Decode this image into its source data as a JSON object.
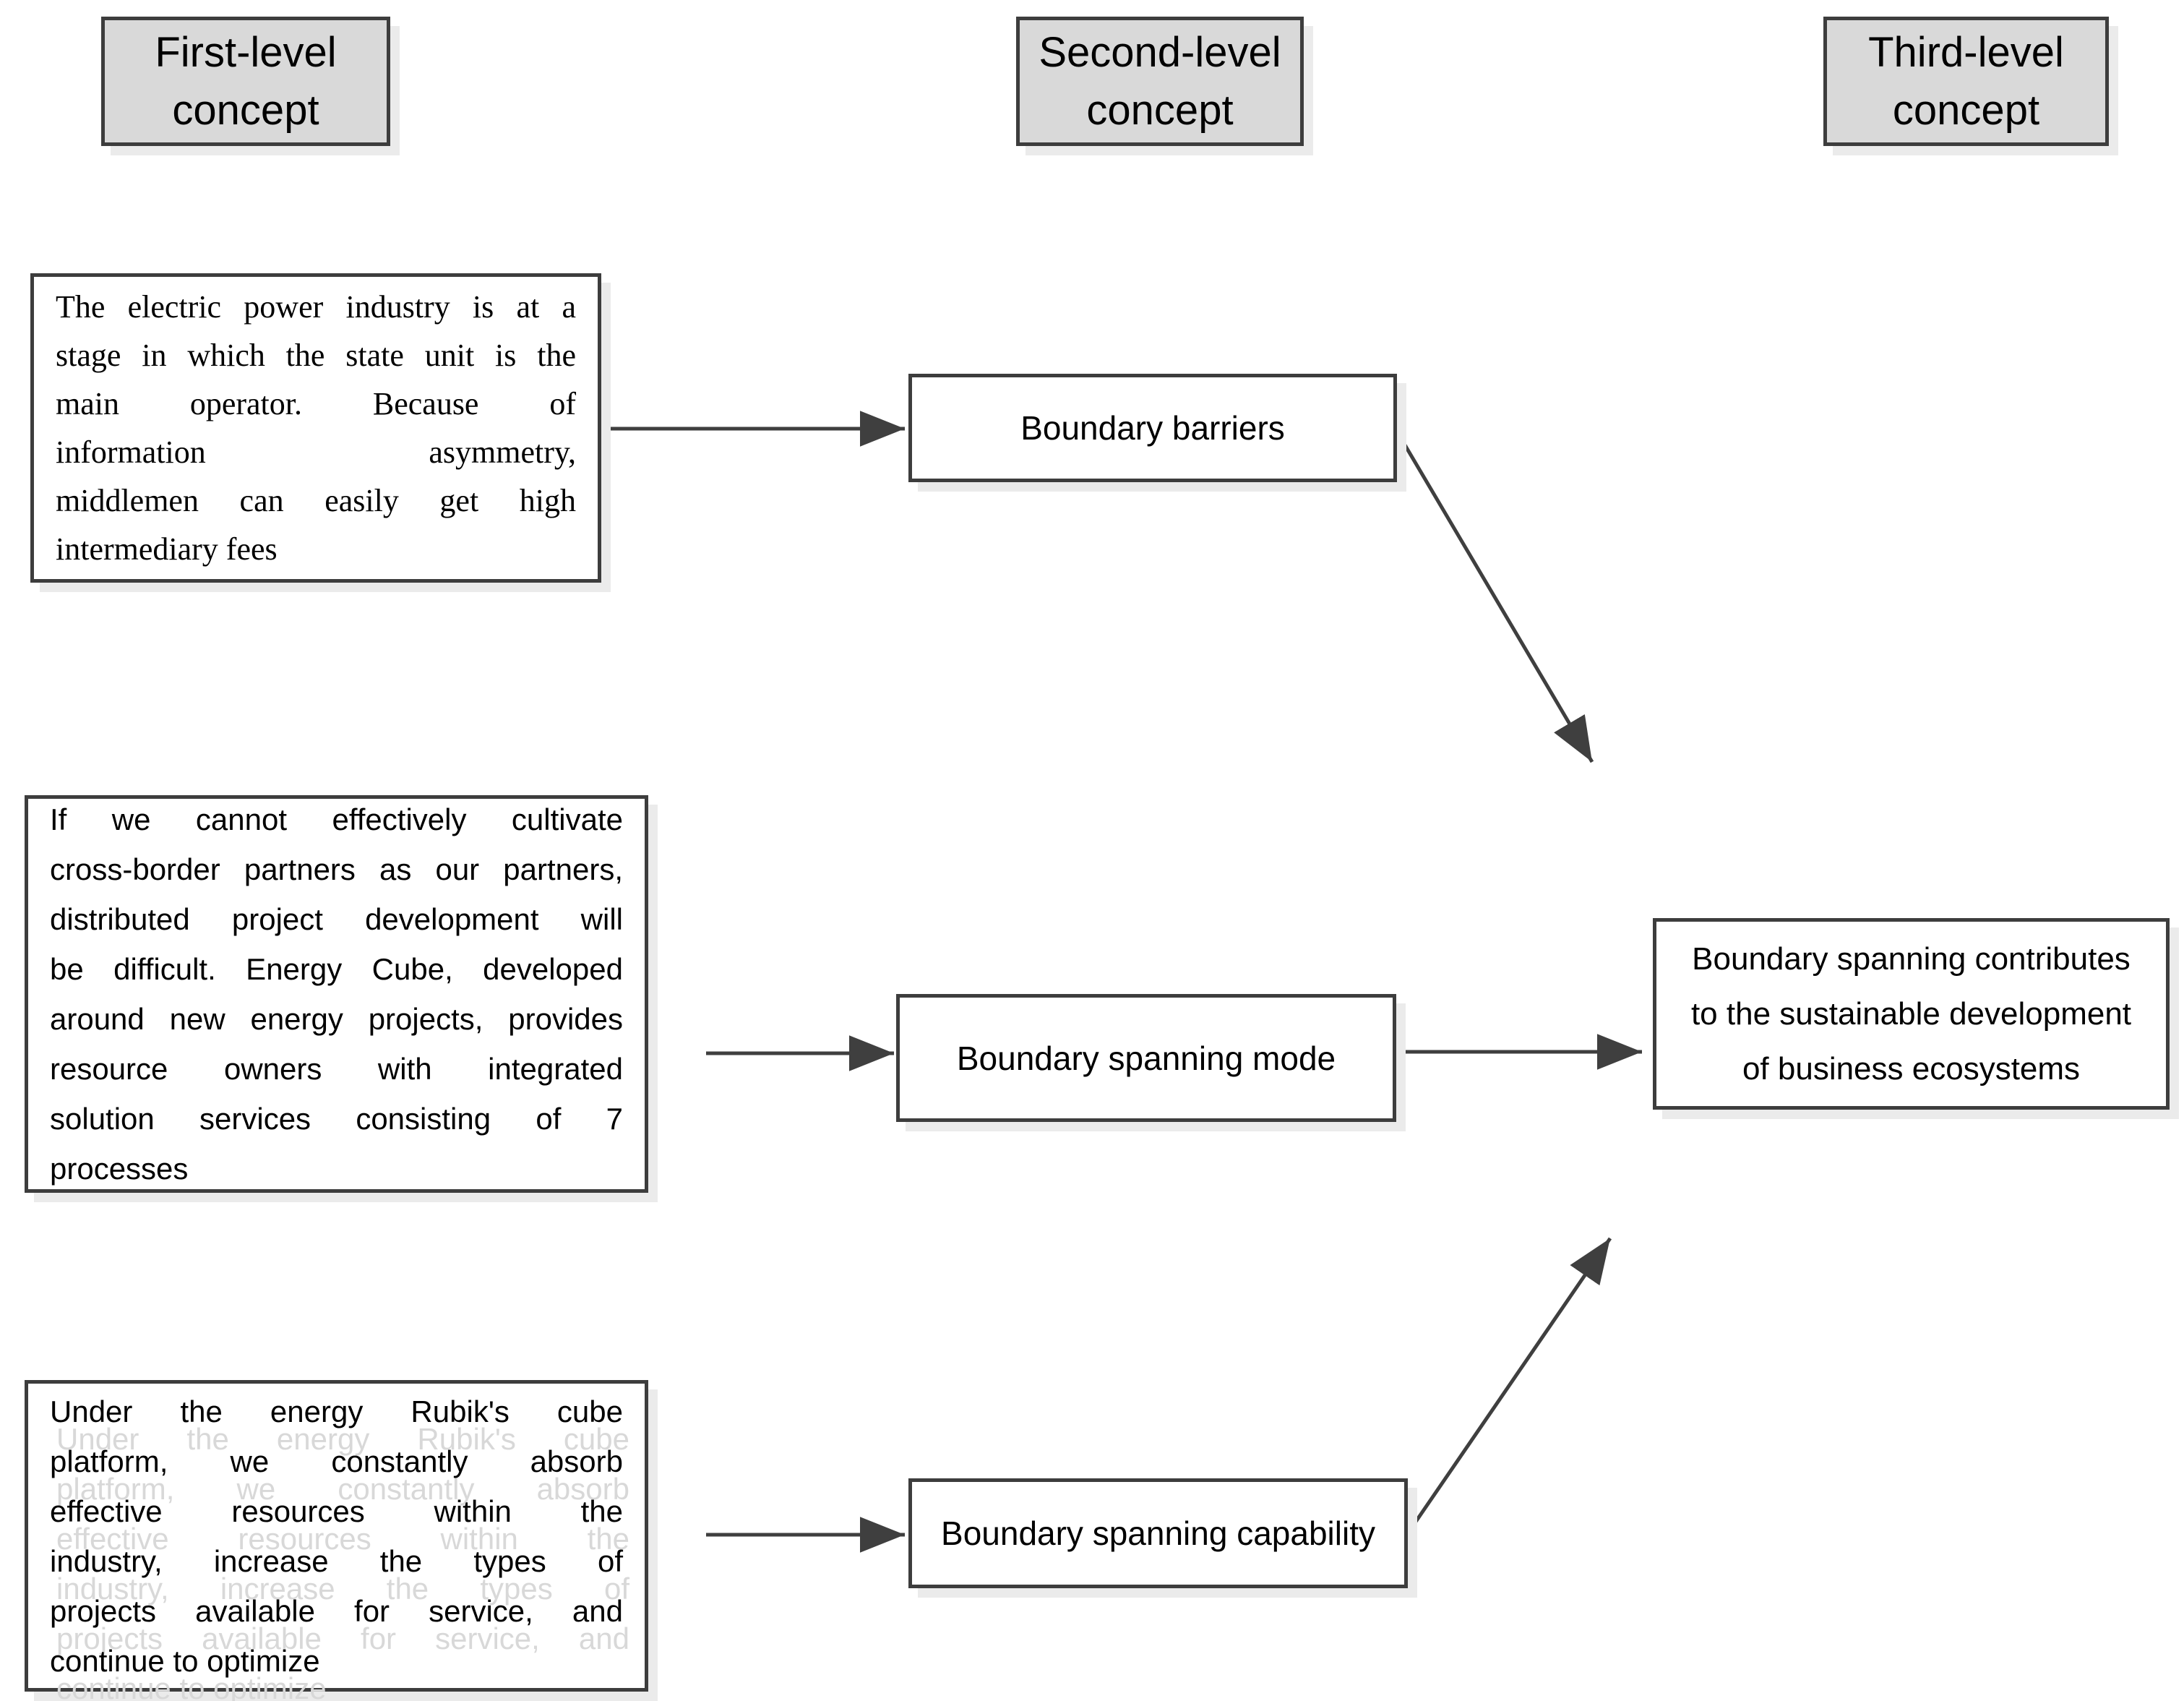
{
  "colors": {
    "background": "#ffffff",
    "box_border": "#3d3d3d",
    "header_fill": "#d9d9d9",
    "arrow": "#3f3f3f",
    "text": "#000000",
    "ghost_shadow": "#d8d8d8"
  },
  "headers": {
    "first": {
      "lines": [
        "First-level",
        "concept"
      ]
    },
    "second": {
      "lines": [
        "Second-level",
        "concept"
      ]
    },
    "third": {
      "lines": [
        "Third-level",
        "concept"
      ]
    }
  },
  "first_level": {
    "quote1": {
      "lines": [
        "The electric power industry is at a",
        "stage in which the state unit is the",
        "main operator. Because of",
        "information asymmetry,",
        "middlemen can easily get high",
        "intermediary fees"
      ]
    },
    "quote2": {
      "lines": [
        "If we cannot effectively cultivate",
        "cross-border partners as our partners,",
        "distributed project development will",
        "be difficult. Energy Cube, developed",
        "around new energy projects, provides",
        "resource owners with integrated",
        "solution services consisting of 7",
        "processes"
      ]
    },
    "quote3": {
      "lines": [
        "Under the energy Rubik's cube",
        "platform, we constantly absorb",
        "effective resources within the",
        "industry, increase the types of",
        "projects available for service, and",
        "continue to optimize"
      ]
    }
  },
  "second_level": {
    "barriers": "Boundary barriers",
    "mode": "Boundary spanning mode",
    "capability": "Boundary spanning capability"
  },
  "third_level": {
    "outcome": {
      "lines": [
        "Boundary spanning  contributes",
        "to the sustainable development",
        "of business ecosystems"
      ]
    }
  },
  "connections": [
    {
      "from": "quote1",
      "to": "Boundary barriers"
    },
    {
      "from": "quote2",
      "to": "Boundary spanning mode"
    },
    {
      "from": "quote3",
      "to": "Boundary spanning capability"
    },
    {
      "from": "Boundary barriers",
      "to": "third-level outcome"
    },
    {
      "from": "Boundary spanning mode",
      "to": "third-level outcome"
    },
    {
      "from": "Boundary spanning capability",
      "to": "third-level outcome"
    }
  ]
}
